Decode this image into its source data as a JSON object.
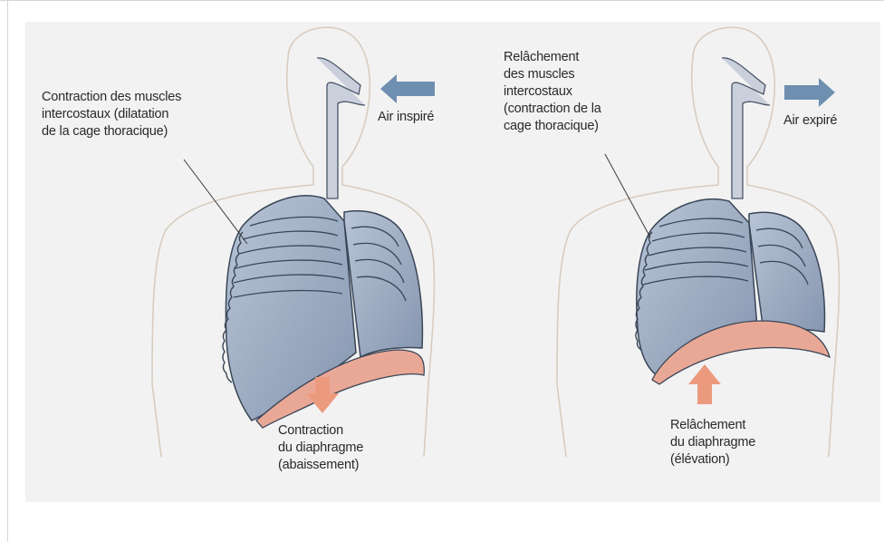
{
  "diagram": {
    "inspiration": {
      "intercostal_label": "Contraction des muscles\nintercostaux (dilatation\nde la cage thoracique)",
      "air_label": "Air inspiré",
      "diaphragm_label": "Contraction\ndu diaphragme\n(abaissement)"
    },
    "expiration": {
      "intercostal_label": "Relâchement\ndes muscles\nintercostaux\n(contraction de la\ncage thoracique)",
      "air_label": "Air expiré",
      "diaphragm_label": "Relâchement\ndu diaphragme\n(élévation)"
    },
    "colors": {
      "background": "#f2f2f2",
      "body_outline": "#d4c8bc",
      "lung_fill": "#98a8c0",
      "lung_light": "#b4c0d2",
      "lung_outline": "#3a4658",
      "diaphragm": "#e9a896",
      "arrow_air": "#6f8fb0",
      "arrow_diaphragm": "#ec9a7e"
    }
  }
}
